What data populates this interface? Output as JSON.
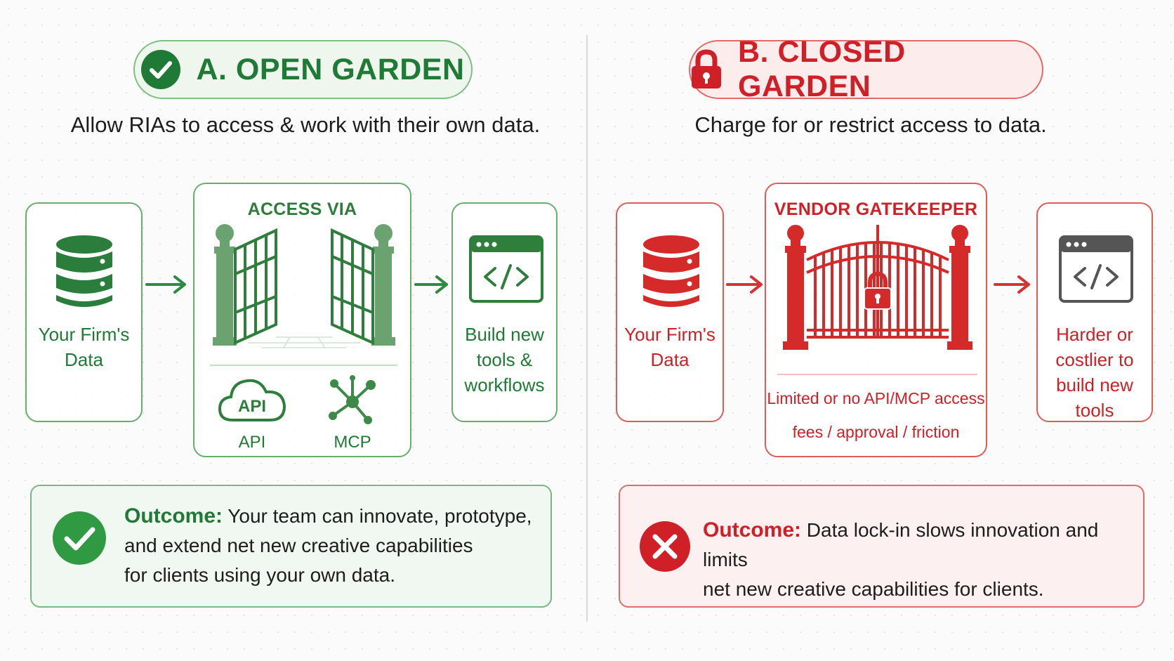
{
  "open_garden": {
    "title": "A. OPEN GARDEN",
    "subtitle": "Allow RIAs to access & work with their own data.",
    "data_box_label": "Your Firm's Data",
    "access_header": "ACCESS VIA",
    "api_icon_text": "API",
    "api_label": "API",
    "mcp_label": "MCP",
    "result_box_label": "Build new tools & workflows",
    "outcome_label": "Outcome:",
    "outcome_line1": "Your team can innovate, prototype,",
    "outcome_line2": "and extend net new creative capabilities",
    "outcome_line3": "for clients using your own data.",
    "accent_color": "#1f7a35"
  },
  "closed_garden": {
    "title": "B. CLOSED GARDEN",
    "subtitle": "Charge for or restrict access to data.",
    "data_box_label": "Your Firm's Data",
    "gate_header": "VENDOR GATEKEEPER",
    "gate_note1": "Limited or no API/MCP access",
    "gate_note2": "fees / approval / friction",
    "result_box_label": "Harder or costlier to build new tools",
    "outcome_label": "Outcome:",
    "outcome_line1": "Data lock-in slows innovation and limits",
    "outcome_line2": "net new creative capabilities for clients.",
    "accent_color": "#cf2027"
  }
}
